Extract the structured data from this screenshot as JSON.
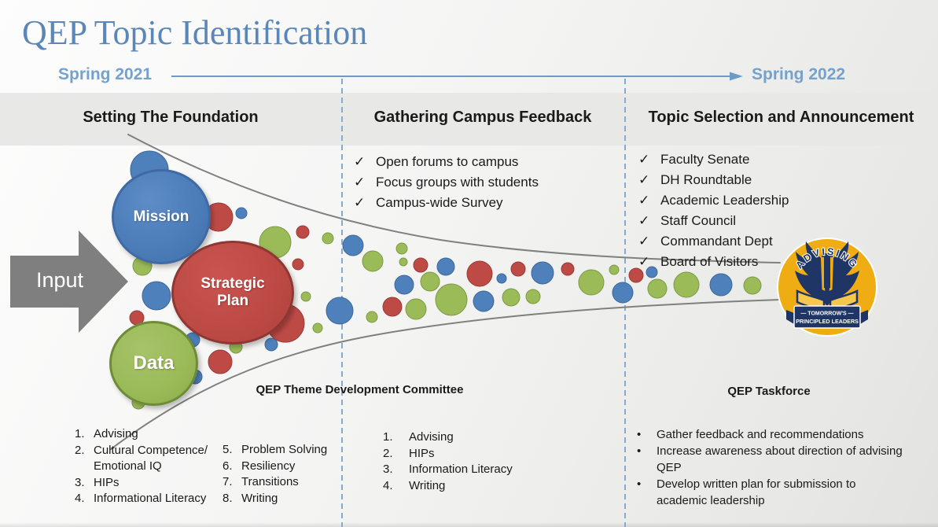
{
  "palette": {
    "blue": {
      "fill": "#4E80BC",
      "stroke": "#3D6899"
    },
    "red": {
      "fill": "#BE4A46",
      "stroke": "#9A3A37"
    },
    "green": {
      "fill": "#9BBB59",
      "stroke": "#7C9A44"
    },
    "accent_blue": "#5B87B8",
    "timeline_blue": "#6D9BC7",
    "divider_blue": "#85A9D0",
    "arrow_gray": "#7F7F7F",
    "curve_gray": "#808080",
    "logo_gold": "#EFAD13",
    "logo_navy": "#1E3566"
  },
  "icons": {
    "check": "✓",
    "bullet": "•"
  },
  "header": {
    "title": "QEP Topic Identification",
    "timeline_start": "Spring 2021",
    "timeline_end": "Spring 2022"
  },
  "phases": [
    {
      "header": "Setting The Foundation"
    },
    {
      "header": "Gathering Campus Feedback"
    },
    {
      "header": "Topic Selection and Announcement"
    }
  ],
  "feedback_checklist": [
    {
      "text": "Open forums to campus"
    },
    {
      "text": "Focus groups with students"
    },
    {
      "text": "Campus-wide Survey"
    }
  ],
  "selection_checklist": [
    {
      "text": "Faculty Senate"
    },
    {
      "text": "DH Roundtable"
    },
    {
      "text": "Academic Leadership"
    },
    {
      "text": "Staff Council"
    },
    {
      "text": "Commandant Dept"
    },
    {
      "text": "Board of Visitors"
    }
  ],
  "funnel": {
    "input_label": "Input",
    "main_bubbles": [
      {
        "label": "Mission"
      },
      {
        "label": "Strategic Plan"
      },
      {
        "label": "Data"
      }
    ]
  },
  "topics": {
    "col1": [
      {
        "num": "1.",
        "text": "Advising"
      },
      {
        "num": "2.",
        "text": "Cultural Competence/\nEmotional IQ"
      },
      {
        "num": "3.",
        "text": "HIPs"
      },
      {
        "num": "4.",
        "text": "Informational Literacy"
      }
    ],
    "col2": [
      {
        "num": "5.",
        "text": "Problem Solving"
      },
      {
        "num": "6.",
        "text": "Resiliency"
      },
      {
        "num": "7.",
        "text": "Transitions"
      },
      {
        "num": "8.",
        "text": "Writing"
      }
    ]
  },
  "committee": {
    "title": "QEP Theme Development Committee",
    "items": [
      {
        "num": "1.",
        "text": "Advising"
      },
      {
        "num": "2.",
        "text": "HIPs"
      },
      {
        "num": "3.",
        "text": "Information Literacy"
      },
      {
        "num": "4.",
        "text": "Writing"
      }
    ]
  },
  "taskforce": {
    "title": "QEP Taskforce",
    "bullets": [
      {
        "text": "Gather feedback and recommendations"
      },
      {
        "text": "Increase awareness about direction of advising QEP"
      },
      {
        "text": "Develop written plan for submission to academic leadership"
      }
    ]
  },
  "logo": {
    "arc_text": "ADVISING",
    "banner_line1": "— TOMORROW'S —",
    "banner_line2": "PRINCIPLED LEADERS"
  }
}
